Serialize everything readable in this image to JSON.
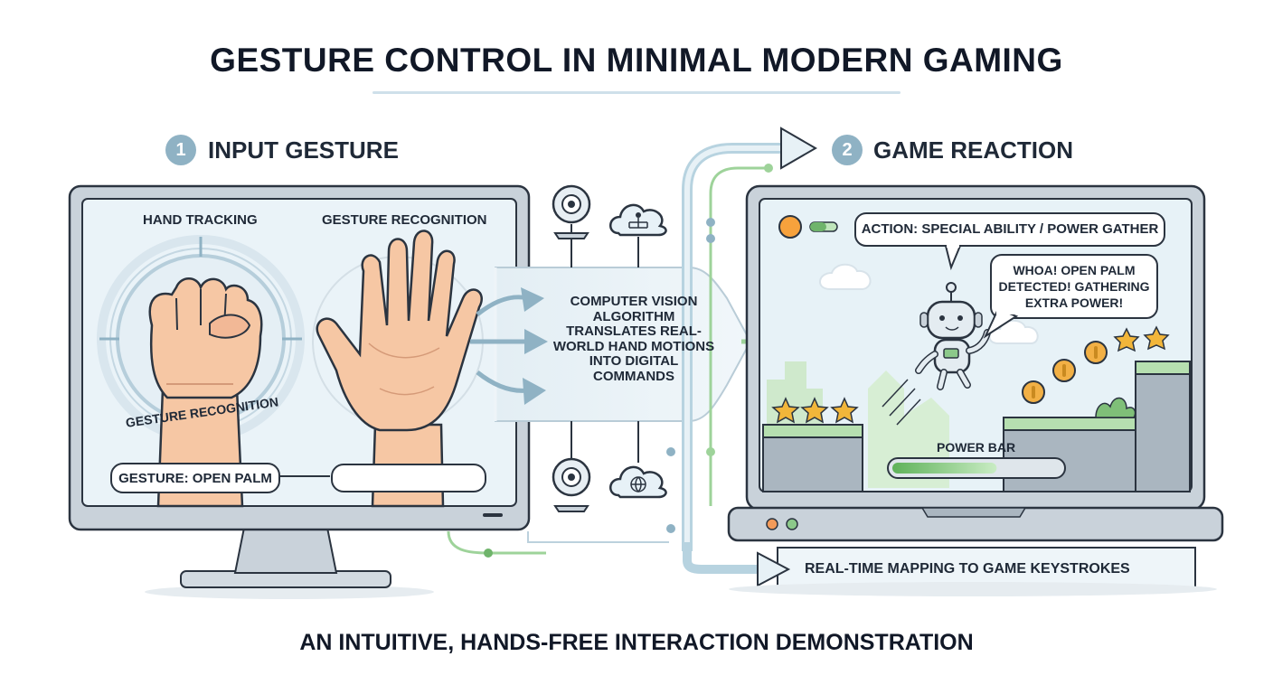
{
  "title": "GESTURE CONTROL IN MINIMAL MODERN GAMING",
  "input_section": {
    "number": "1",
    "heading": "INPUT GESTURE",
    "hand_tracking_label": "HAND TRACKING",
    "gesture_recognition_label": "GESTURE RECOGNITION",
    "ring_label": "GESTURE RECOGNITION",
    "gesture_status": "GESTURE: OPEN PALM"
  },
  "processing": {
    "text": "COMPUTER VISION ALGORITHM TRANSLATES REAL-WORLD HAND MOTIONS INTO DIGITAL COMMANDS"
  },
  "output_section": {
    "number": "2",
    "heading": "GAME REACTION",
    "action_label": "ACTION: SPECIAL ABILITY / POWER GATHER",
    "speech": "WHOA! OPEN PALM DETECTED! GATHERING EXTRA POWER!",
    "power_bar_label": "POWER BAR",
    "power_level": 0.62
  },
  "mapping_label": "REAL-TIME MAPPING TO GAME KEYSTROKES",
  "footer": "AN INTUITIVE, HANDS-FREE INTERACTION DEMONSTRATION",
  "colors": {
    "outline": "#2b3440",
    "frame": "#c9d2da",
    "screen": "#eaf3f8",
    "accent_blue": "#8fb2c4",
    "accent_green": "#8cc98a",
    "skin": "#f6c7a4",
    "coin": "#f2b045",
    "star": "#f2b63a"
  }
}
